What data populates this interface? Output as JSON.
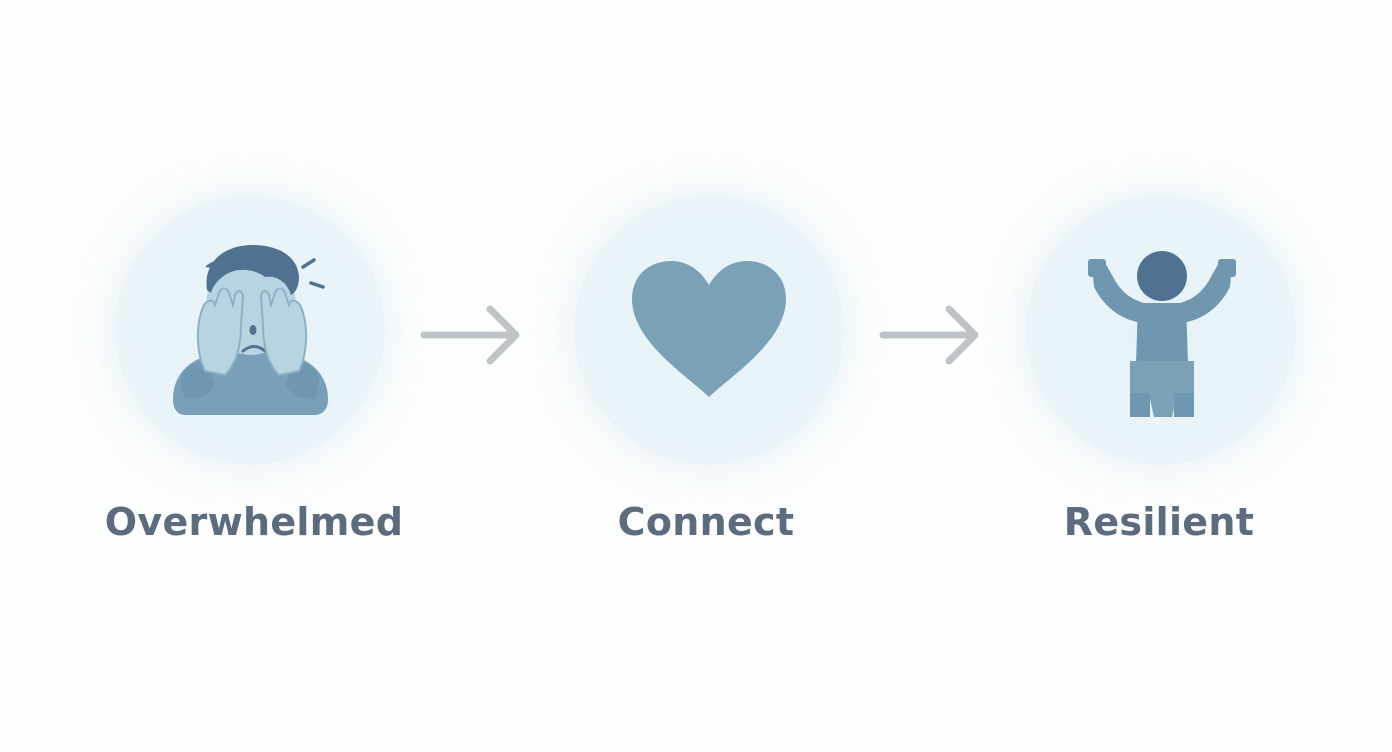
{
  "diagram": {
    "steps": [
      {
        "label": "Overwhelmed",
        "icon": "overwhelmed-person-icon"
      },
      {
        "label": "Connect",
        "icon": "heart-icon"
      },
      {
        "label": "Resilient",
        "icon": "strong-person-icon"
      }
    ],
    "connectors": [
      {
        "icon": "arrow-right-icon"
      },
      {
        "icon": "arrow-right-icon"
      }
    ]
  },
  "colors": {
    "circle_fill": "#e8f3f8",
    "icon_dark": "#4f7290",
    "icon_medium": "#6f97b0",
    "icon_light": "#a9c9da",
    "arrow": "#bfc3c8",
    "label_text": "#5c6b7d"
  }
}
